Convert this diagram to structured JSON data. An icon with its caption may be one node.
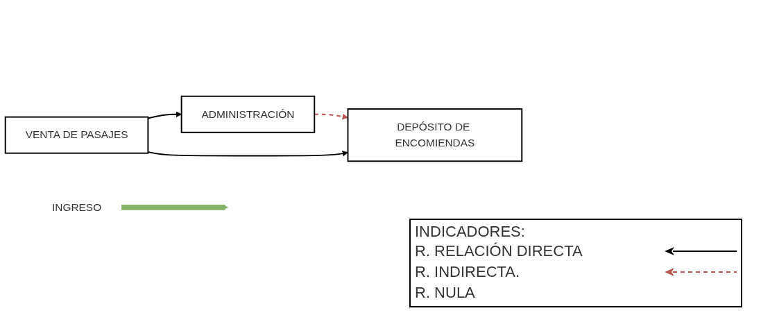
{
  "diagram": {
    "nodes": [
      {
        "text": [
          "ADMINISTRACIÓN"
        ]
      },
      {
        "text": [
          "VENTA DE PASAJES"
        ]
      },
      {
        "text": [
          "DEPÓSITO DE ENCOMIENDAS"
        ]
      },
      {
        "text": [
          "INGRESO"
        ]
      }
    ],
    "edges": [
      {
        "from": 1,
        "to": 0,
        "arrow": "to"
      },
      {
        "from": 0,
        "to": 2,
        "arrow": "to",
        "style": "dashed",
        "color": "#b85450"
      },
      {
        "from": 1,
        "to": 2,
        "arrow": "to"
      },
      {
        "from": 3,
        "to": null,
        "arrow": "to",
        "style": "thick",
        "color": "#82b366"
      }
    ],
    "labels": [
      "INDICADORES:"
    ],
    "legend": [
      {
        "text": "R. RELACIÓN DIRECTA"
      },
      {
        "text": "R. INDIRECTA."
      },
      {
        "text": "R. NULA"
      }
    ]
  }
}
